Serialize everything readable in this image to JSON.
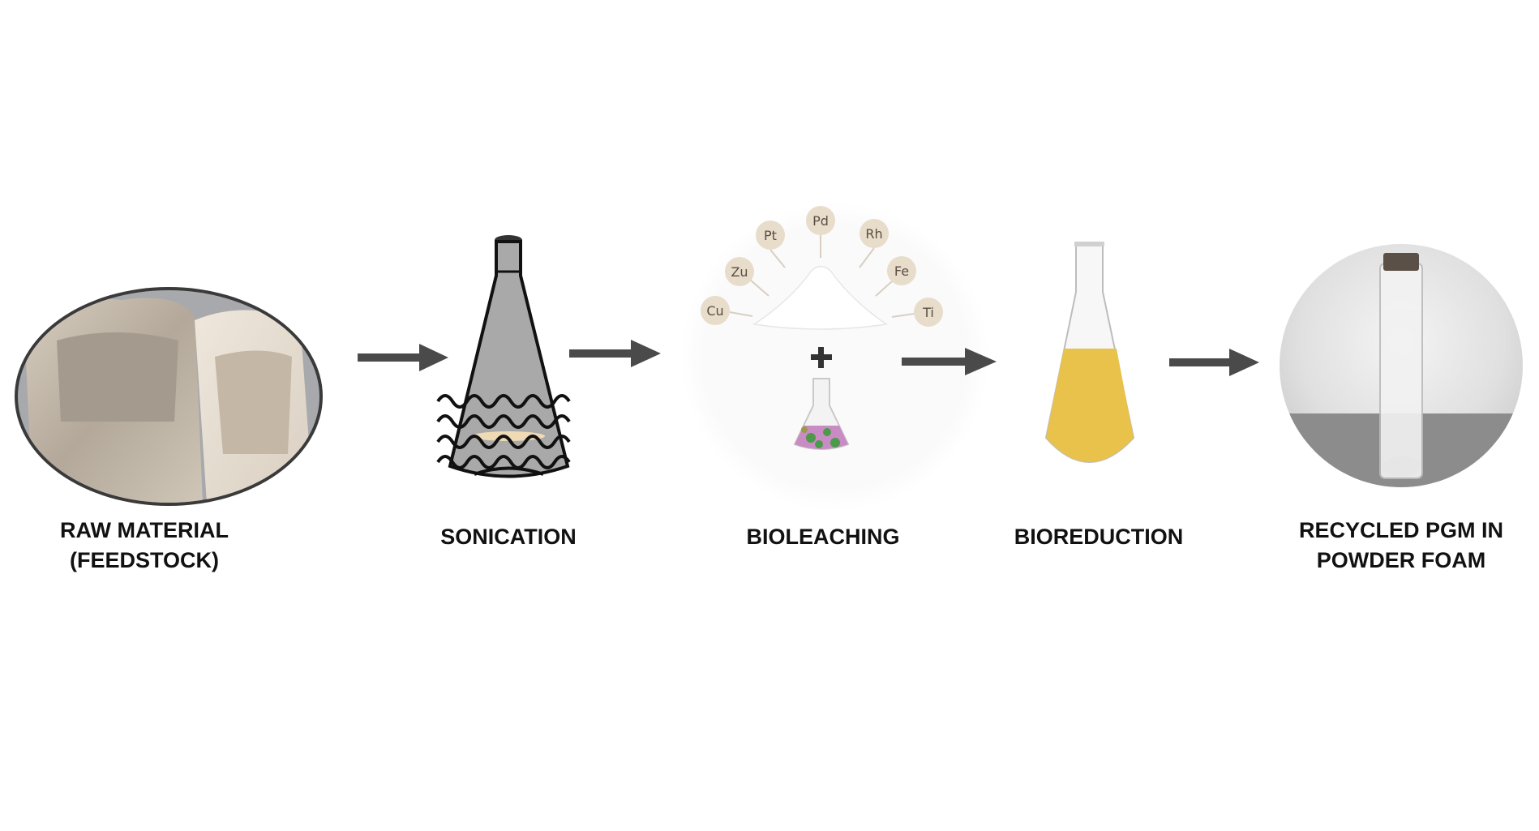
{
  "steps": [
    {
      "line1": "RAW MATERIAL",
      "line2": "(FEEDSTOCK)"
    },
    {
      "line1": "SONICATION"
    },
    {
      "line1": "BIOLEACHING"
    },
    {
      "line1": "BIOREDUCTION"
    },
    {
      "line1": "RECYCLED PGM IN",
      "line2": "POWDER FOAM"
    }
  ],
  "elements": [
    "Pt",
    "Pd",
    "Rh",
    "Zu",
    "Fe",
    "Cu",
    "Ti"
  ],
  "colors": {
    "arrow": "#4a4a4a",
    "bubble": "#e8dccb",
    "liquid": "#e8c24a",
    "flask_gray": "#a9a9a9",
    "culture": "#c98bc4"
  }
}
